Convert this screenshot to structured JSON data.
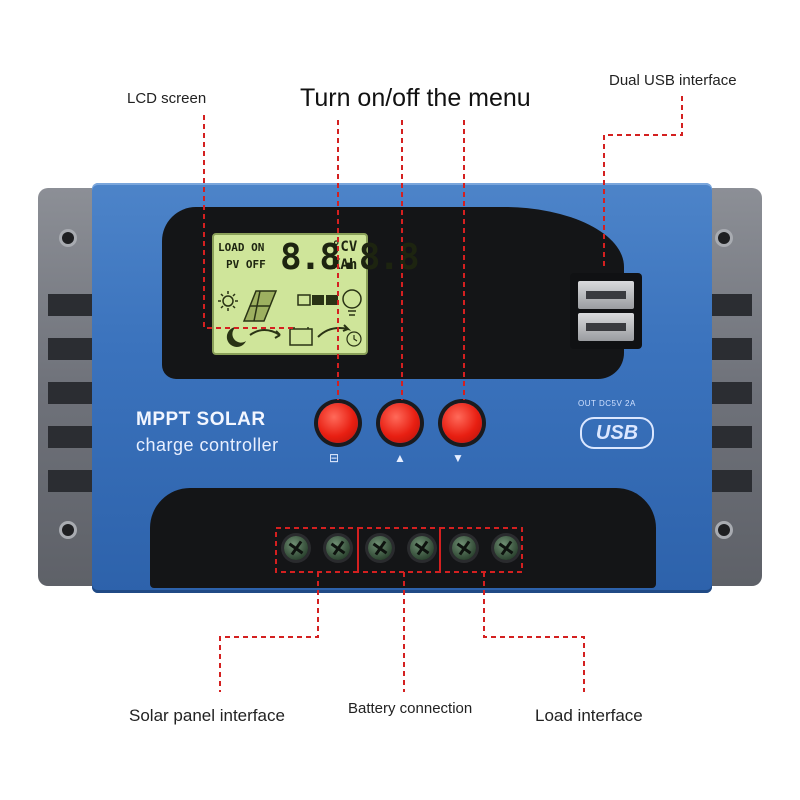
{
  "labels": {
    "lcd_screen": "LCD screen",
    "menu": "Turn on/off the menu",
    "dual_usb": "Dual USB interface",
    "solar_panel": "Solar panel interface",
    "battery": "Battery connection",
    "load": "Load interface"
  },
  "device": {
    "brand_line1": "MPPT SOLAR",
    "brand_line2": "charge controller",
    "usb_spec": "OUT DC5V 2A",
    "usb_logo": "USB",
    "lcd": {
      "line1": "LOAD ON",
      "line2": "PV OFF",
      "digits": "8.8.8.8",
      "unit_top": "°CV",
      "unit_bottom": "KAh"
    },
    "buttons": [
      {
        "name": "menu-button-1",
        "icon": "back-icon"
      },
      {
        "name": "menu-button-2",
        "icon": "up-arrow-icon"
      },
      {
        "name": "menu-button-3",
        "icon": "down-arrow-icon"
      }
    ]
  },
  "colors": {
    "device_blue": "#3b73bd",
    "button_red": "#e81f12",
    "callout_red": "#d42020",
    "lcd_green": "#cfe59a"
  }
}
